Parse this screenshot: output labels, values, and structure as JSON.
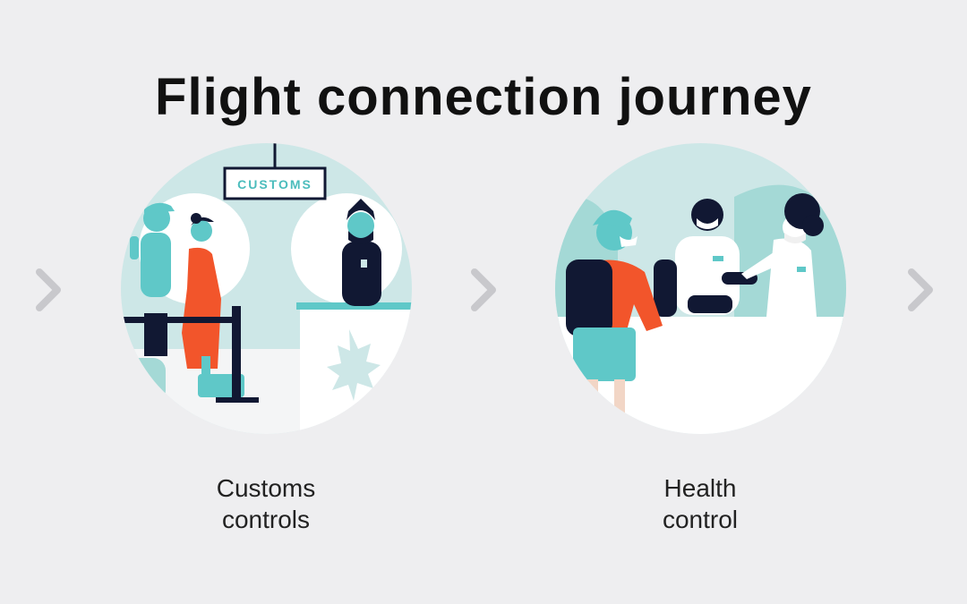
{
  "title": "Flight connection journey",
  "steps": [
    {
      "label_lines": [
        "Customs",
        "controls"
      ],
      "illustration": "customs-illustration",
      "sign_text": "CUSTOMS"
    },
    {
      "label_lines": [
        "Health",
        "control"
      ],
      "illustration": "health-control-illustration"
    }
  ],
  "icons": {
    "next_step": "chevron-right-icon"
  },
  "colors": {
    "background": "#eeeef0",
    "teal_light": "#cde7e7",
    "teal": "#5fc8c8",
    "navy": "#111833",
    "orange": "#f2552b",
    "chevron": "#c8c8cc"
  }
}
